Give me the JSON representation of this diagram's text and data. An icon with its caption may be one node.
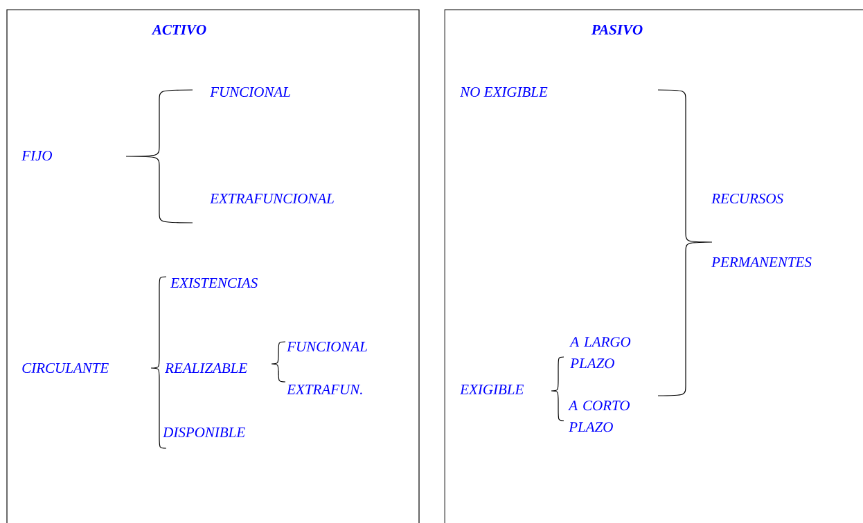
{
  "diagram": {
    "nodes": [
      {
        "text": [
          "ACTIVO"
        ]
      },
      {
        "text": [
          "PASIVO"
        ]
      }
    ],
    "labels": [
      "FUNCIONAL",
      "FIJO",
      "EXTRAFUNCIONAL",
      "EXISTENCIAS",
      "FUNCIONAL",
      "CIRCULANTE",
      "REALIZABLE",
      "EXTRAFUN.",
      "DISPONIBLE",
      "NO EXIGIBLE",
      "RECURSOS",
      "PERMANENTES",
      "A LARGO PLAZO",
      "EXIGIBLE",
      "A CORTO PLAZO"
    ]
  }
}
